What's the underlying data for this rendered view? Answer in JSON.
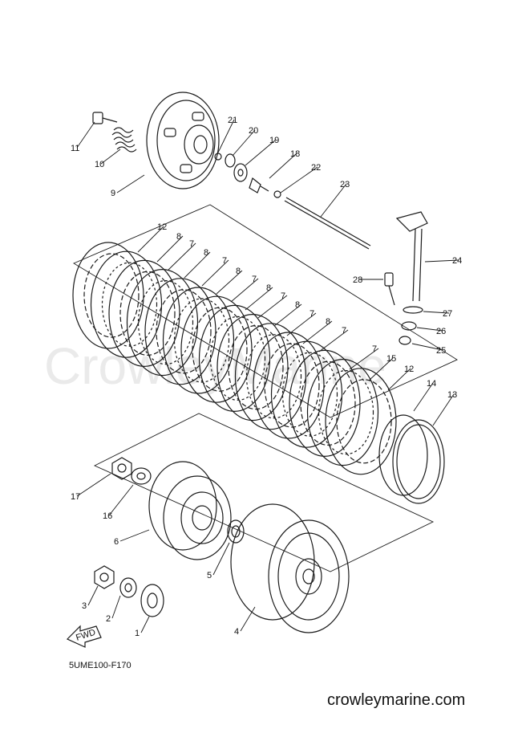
{
  "diagram_code": "5UME100-F170",
  "footer_site": "crowleymarine.com",
  "watermark": "CrowleyMarine",
  "fwd_label": "FWD",
  "callouts": [
    {
      "id": "c1",
      "label": "1"
    },
    {
      "id": "c2",
      "label": "2"
    },
    {
      "id": "c3",
      "label": "3"
    },
    {
      "id": "c4",
      "label": "4"
    },
    {
      "id": "c5",
      "label": "5"
    },
    {
      "id": "c6",
      "label": "6"
    },
    {
      "id": "c7a",
      "label": "7"
    },
    {
      "id": "c7b",
      "label": "7"
    },
    {
      "id": "c7c",
      "label": "7"
    },
    {
      "id": "c7d",
      "label": "7"
    },
    {
      "id": "c7e",
      "label": "7"
    },
    {
      "id": "c7f",
      "label": "7"
    },
    {
      "id": "c7g",
      "label": "7"
    },
    {
      "id": "c8a",
      "label": "8"
    },
    {
      "id": "c8b",
      "label": "8"
    },
    {
      "id": "c8c",
      "label": "8"
    },
    {
      "id": "c8d",
      "label": "8"
    },
    {
      "id": "c8e",
      "label": "8"
    },
    {
      "id": "c8f",
      "label": "8"
    },
    {
      "id": "c9",
      "label": "9"
    },
    {
      "id": "c10",
      "label": "10"
    },
    {
      "id": "c11",
      "label": "11"
    },
    {
      "id": "c12a",
      "label": "12"
    },
    {
      "id": "c12b",
      "label": "12"
    },
    {
      "id": "c13",
      "label": "13"
    },
    {
      "id": "c14",
      "label": "14"
    },
    {
      "id": "c15",
      "label": "15"
    },
    {
      "id": "c16",
      "label": "16"
    },
    {
      "id": "c17",
      "label": "17"
    },
    {
      "id": "c18",
      "label": "18"
    },
    {
      "id": "c19",
      "label": "19"
    },
    {
      "id": "c20",
      "label": "20"
    },
    {
      "id": "c21",
      "label": "21"
    },
    {
      "id": "c22",
      "label": "22"
    },
    {
      "id": "c23",
      "label": "23"
    },
    {
      "id": "c24",
      "label": "24"
    },
    {
      "id": "c25",
      "label": "25"
    },
    {
      "id": "c26",
      "label": "26"
    },
    {
      "id": "c27",
      "label": "27"
    },
    {
      "id": "c28",
      "label": "28"
    }
  ]
}
